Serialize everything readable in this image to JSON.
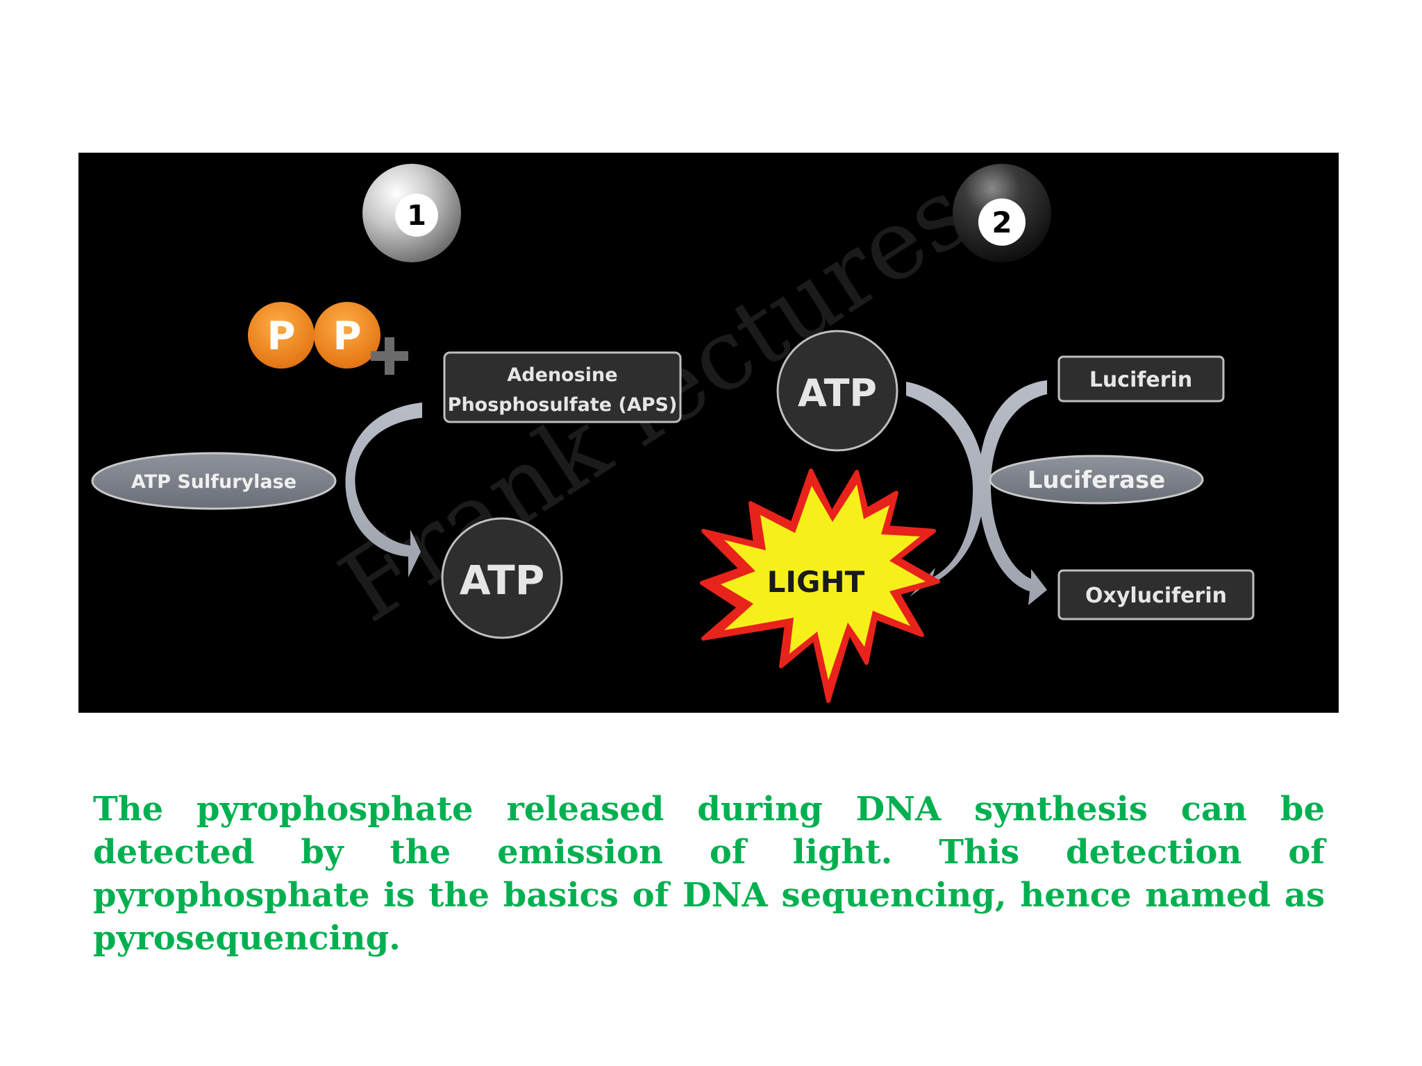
{
  "diagram": {
    "steps": {
      "step1": "1",
      "step2": "2"
    },
    "reaction1": {
      "phosphate_left": "P",
      "phosphate_right": "P",
      "reactant_box_line1": "Adenosine",
      "reactant_box_line2": "Phosphosulfate (APS)",
      "enzyme": "ATP Sulfurylase",
      "product": "ATP"
    },
    "reaction2": {
      "reactant": "ATP",
      "substrate": "Luciferin",
      "enzyme": "Luciferase",
      "product": "Oxyluciferin",
      "light": "LIGHT"
    },
    "watermark": "Frank lectures",
    "colors": {
      "background": "#000000",
      "phosphate": "#f5881f",
      "light_burst_fill": "#f6f01a",
      "light_burst_edge": "#e8231c",
      "caption": "#00b050"
    }
  },
  "caption": "The pyrophosphate released during DNA synthesis can be detected by the emission of light. This detection of pyrophosphate is the basics of DNA sequencing, hence named as pyrosequencing."
}
